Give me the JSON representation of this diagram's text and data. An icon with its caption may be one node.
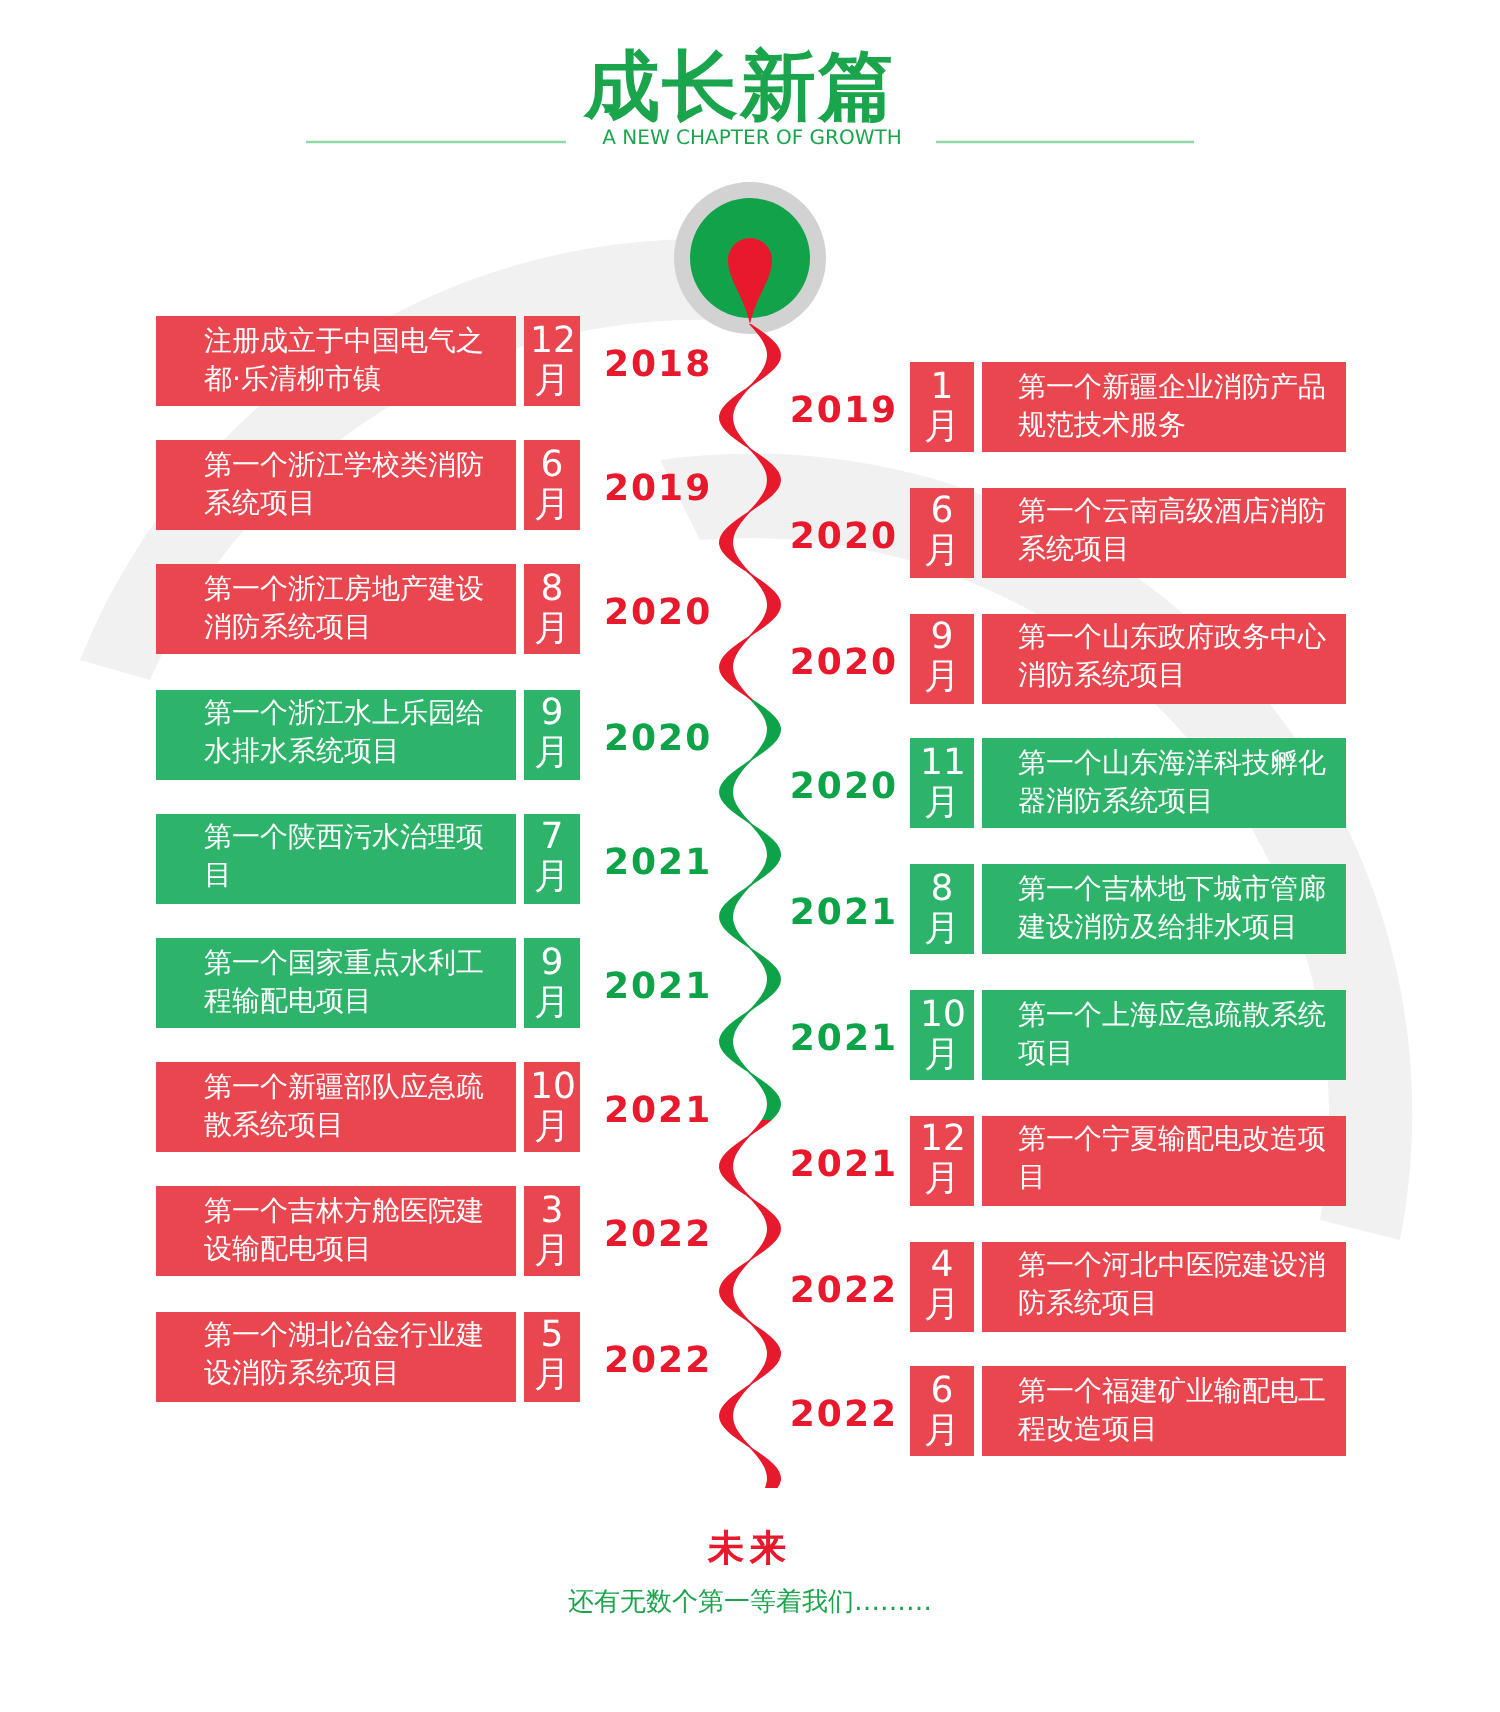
{
  "diagram": {
    "title": "成长新篇",
    "nodes": [
      {
        "text": [
          "注册成立于中国电气之都·乐清柳市镇",
          "12月"
        ],
        "beside": [
          "2018"
        ]
      },
      {
        "text": [
          "1月",
          "第一个新疆企业消防产品规范技术服务"
        ],
        "beside": [
          "2019"
        ]
      },
      {
        "text": [
          "第一个浙江学校类消防系统项目",
          "6月"
        ],
        "beside": [
          "2019"
        ]
      },
      {
        "text": [
          "6月",
          "第一个云南高级酒店消防系统项目"
        ],
        "beside": [
          "2020"
        ]
      },
      {
        "text": [
          "第一个浙江房地产建设消防系统项目",
          "8月"
        ],
        "beside": [
          "2020"
        ]
      },
      {
        "text": [
          "9月",
          "第一个山东政府政务中心消防系统项目"
        ],
        "beside": [
          "2020"
        ]
      },
      {
        "text": [
          "第一个浙江水上乐园给水排水系统项目",
          "9月"
        ],
        "beside": [
          "2020"
        ]
      },
      {
        "text": [
          "11月",
          "第一个山东海洋科技孵化器消防系统项目"
        ],
        "beside": [
          "2020"
        ]
      },
      {
        "text": [
          "第一个陕西污水治理项目",
          "7月"
        ],
        "beside": [
          "2021"
        ]
      },
      {
        "text": [
          "8月",
          "第一个吉林地下城市管廊建设消防及给排水项目"
        ],
        "beside": [
          "2021"
        ]
      },
      {
        "text": [
          "第一个国家重点水利工程输配电项目",
          "9月"
        ],
        "beside": [
          "2021"
        ]
      },
      {
        "text": [
          "10月",
          "第一个上海应急疏散系统项目"
        ],
        "beside": [
          "2021"
        ]
      },
      {
        "text": [
          "第一个新疆部队应急疏散系统项目",
          "10月"
        ],
        "beside": [
          "2021"
        ]
      },
      {
        "text": [
          "12月",
          "第一个宁夏输配电改造项目"
        ],
        "beside": [
          "2021"
        ]
      },
      {
        "text": [
          "第一个吉林方舱医院建设输配电项目",
          "3月"
        ],
        "beside": [
          "2022"
        ]
      },
      {
        "text": [
          "4月",
          "第一个河北中医院建设消防系统项目"
        ],
        "beside": [
          "2022"
        ]
      },
      {
        "text": [
          "第一个湖北冶金行业建设消防系统项目",
          "5月"
        ],
        "beside": [
          "2022"
        ]
      },
      {
        "text": [
          "6月",
          "第一个福建矿业输配电工程改造项目"
        ],
        "beside": [
          "2022"
        ]
      }
    ],
    "labels": [
      "A NEW CHAPTER OF GROWTH",
      "未来",
      "还有无数个第一等着我们………"
    ]
  }
}
